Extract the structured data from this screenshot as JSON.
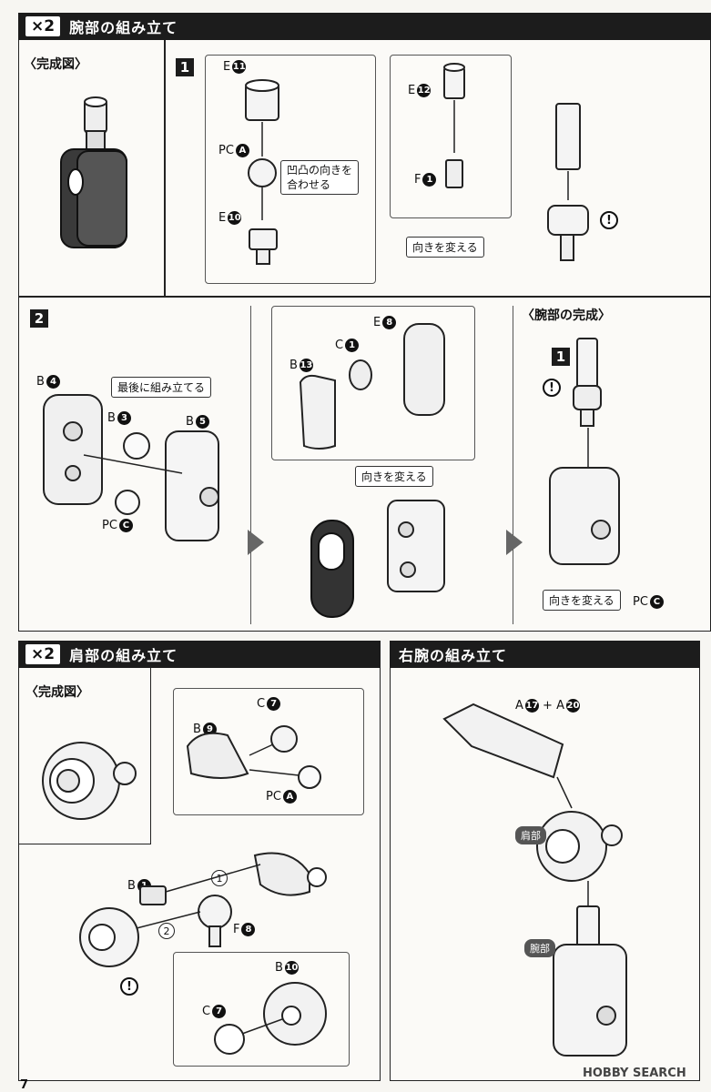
{
  "section1": {
    "x2": "×2",
    "title": "腕部の組み立て",
    "complete_label": "〈完成図〉"
  },
  "step1": {
    "num": "1",
    "parts": {
      "e11": "E",
      "e11n": "11",
      "pca": "PC",
      "pcan": "A",
      "e10": "E",
      "e10n": "10",
      "e12": "E",
      "e12n": "12",
      "f1": "F",
      "f1n": "1"
    },
    "callout_align": [
      "凹凸の向きを",
      "合わせる"
    ],
    "callout_turn": "向きを変える",
    "warn": "!"
  },
  "step2": {
    "num": "2",
    "parts": {
      "b4": "B",
      "b4n": "4",
      "b3": "B",
      "b3n": "3",
      "b5": "B",
      "b5n": "5",
      "pcc": "PC",
      "pccn": "C",
      "c1": "C",
      "c1n": "1",
      "e8": "E",
      "e8n": "8",
      "b13": "B",
      "b13n": "13",
      "pcc2": "PC",
      "pcc2n": "C",
      "s1": "1"
    },
    "callout_last": "最後に組み立てる",
    "callout_turn1": "向きを変える",
    "callout_turn2": "向きを変える",
    "arm_complete": "〈腕部の完成〉",
    "warn": "!"
  },
  "section2": {
    "x2": "×2",
    "title": "肩部の組み立て",
    "complete_label": "〈完成図〉",
    "parts": {
      "c7": "C",
      "c7n": "7",
      "b9": "B",
      "b9n": "9",
      "pca": "PC",
      "pcan": "A",
      "b1": "B",
      "b1n": "1",
      "f8": "F",
      "f8n": "8",
      "b10": "B",
      "b10n": "10",
      "c7b": "C",
      "c7bn": "7"
    },
    "order1": "1",
    "order2": "2",
    "warn": "!"
  },
  "section3": {
    "title": "右腕の組み立て",
    "parts": {
      "a17": "A",
      "a17n": "17",
      "plus": "+",
      "a20": "A",
      "a20n": "20"
    },
    "tag_shoulder": "肩部",
    "tag_arm": "腕部"
  },
  "footer": {
    "page": "7",
    "watermark": "HOBBY SEARCH"
  }
}
